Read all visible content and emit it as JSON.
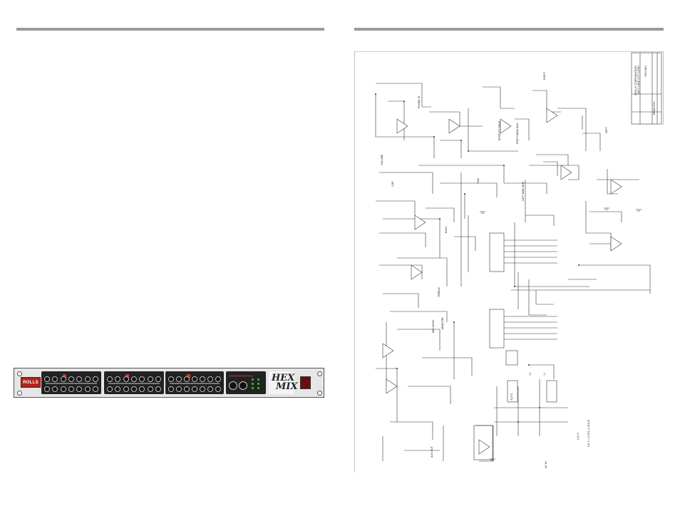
{
  "product": {
    "brand_logo_text": "ROLLS",
    "name_line1": "HEX",
    "name_line2": "MIX"
  },
  "schematic": {
    "title_block": {
      "company": "ROLLS CORPORATION",
      "address": "SALT LAKE CITY UTAH",
      "model": "HEX MIX",
      "doc_no": "RM65 SCH"
    },
    "labels": {
      "channel_output": "CH 1 = 1 CH1_1 CH2 B",
      "legend": "L(V) V",
      "ic": "TL072",
      "gnd_pos": "+V",
      "gnd_neg": "-V",
      "volume": "VOLUME",
      "treble": "TREBLE",
      "bass": "BASS",
      "mid_level": "MID LEVEL",
      "monitor": "MONITOR",
      "effects_send": "EFFECTS SEND",
      "master_left": "LEFT MAIN BUS",
      "master_right": "RIGHT MAIN BUS",
      "phone_in": "PHONE IN",
      "aux_out": "AUX OUT",
      "cue": "CUE",
      "pan": "PAN",
      "left": "LEFT",
      "right": "RIGHT",
      "power_ac": "AC IN"
    }
  }
}
